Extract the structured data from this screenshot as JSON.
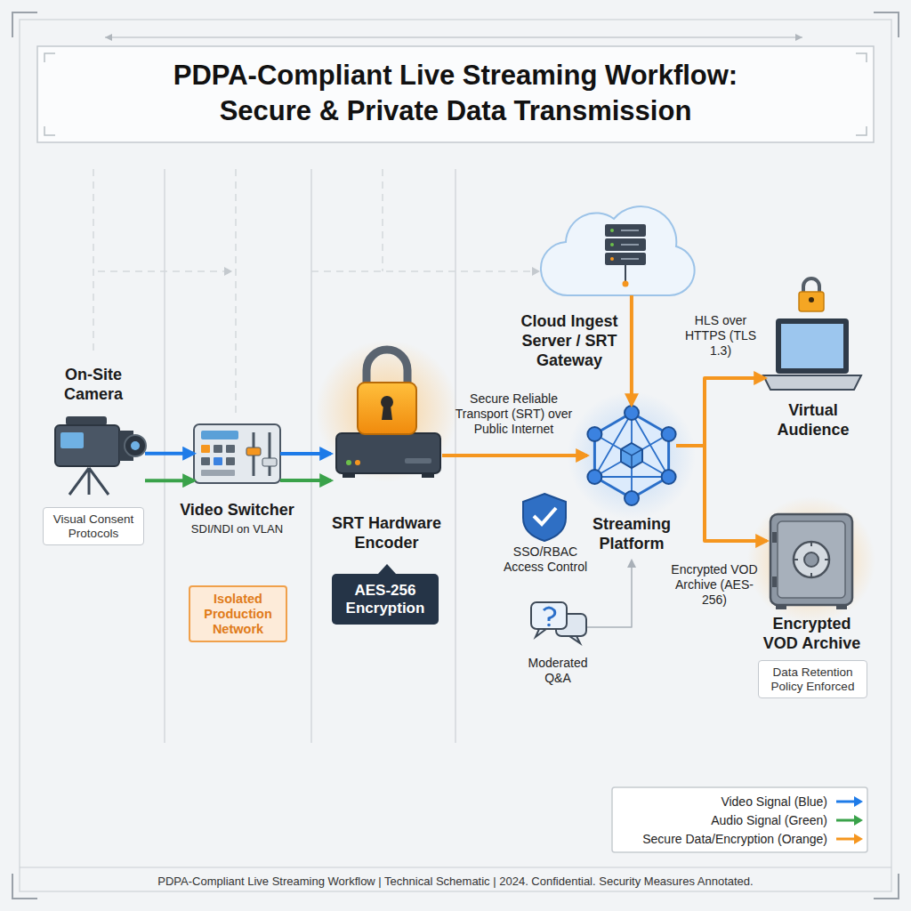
{
  "diagram": {
    "title": "PDPA-Compliant Live Streaming Workflow: Secure & Private Data Transmission",
    "caption": "PDPA-Compliant Live Streaming Workflow | Technical Schematic | 2024. Confidential. Security Measures Annotated.",
    "nodes": [
      {
        "text": [
          "On-Site Camera"
        ]
      },
      {
        "text": [
          "Visual Consent Protocols"
        ]
      },
      {
        "text": [
          "Video Switcher",
          "SDI/NDI on VLAN"
        ]
      },
      {
        "text": [
          "Isolated Production Network"
        ]
      },
      {
        "text": [
          "SRT Hardware Encoder"
        ]
      },
      {
        "text": [
          "AES-256 Encryption"
        ]
      },
      {
        "text": [
          "Cloud Ingest Server / SRT Gateway"
        ]
      },
      {
        "text": [
          "Streaming Platform"
        ]
      },
      {
        "text": [
          "SSO/RBAC Access Control"
        ]
      },
      {
        "text": [
          "Moderated Q&A"
        ]
      },
      {
        "text": [
          "Virtual Audience"
        ]
      },
      {
        "text": [
          "Encrypted VOD Archive"
        ]
      },
      {
        "text": [
          "Data Retention Policy Enforced"
        ]
      }
    ],
    "edges": [
      {
        "from": 0,
        "to": 2,
        "arrow": "to"
      },
      {
        "from": 0,
        "to": 2,
        "arrow": "to"
      },
      {
        "from": 2,
        "to": 4,
        "arrow": "to"
      },
      {
        "from": 2,
        "to": 4,
        "arrow": "to"
      },
      {
        "from": 4,
        "to": 7,
        "label": "Secure Reliable Transport (SRT) over Public Internet",
        "arrow": "to"
      },
      {
        "from": 6,
        "to": 7,
        "arrow": "to"
      },
      {
        "from": 7,
        "to": 10,
        "label": "HLS over HTTPS (TLS 1.3)",
        "arrow": "to"
      },
      {
        "from": 7,
        "to": 11,
        "label": "Encrypted VOD Archive (AES-256)",
        "arrow": "to"
      },
      {
        "from": 9,
        "to": 7,
        "arrow": "to"
      }
    ],
    "legend": [
      {
        "text": "Video Signal (Blue)"
      },
      {
        "text": "Audio Signal (Green)"
      },
      {
        "text": "Secure Data/Encryption (Orange)"
      }
    ]
  }
}
